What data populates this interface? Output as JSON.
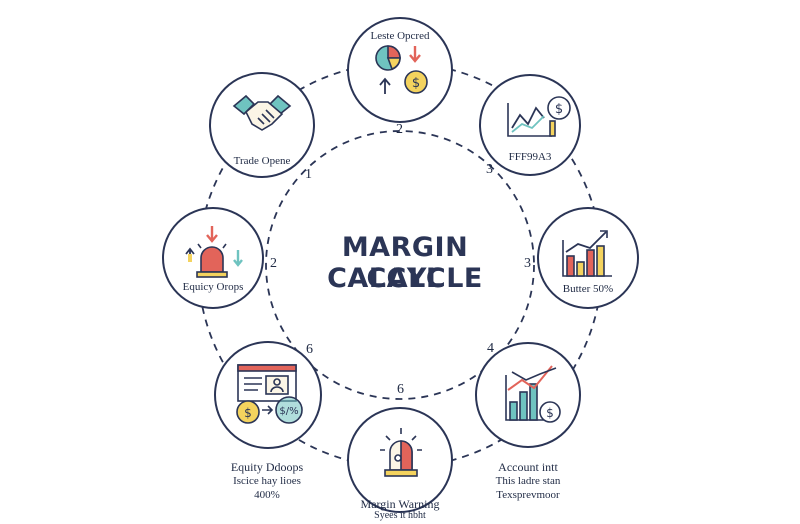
{
  "diagram": {
    "title_line1": "MARGIN CALL",
    "title_line2": "CALCYCLE",
    "colors": {
      "navy": "#2b3556",
      "red": "#e2645a",
      "teal": "#6fc3c0",
      "yellow": "#f4d35e",
      "cream": "#fbf5e6"
    },
    "nodes": [
      {
        "id": "top",
        "icon": "pie-chart-dollar-icon",
        "label": "Leste Opcred",
        "number": "2"
      },
      {
        "id": "top-right",
        "icon": "chart-dollar-icon",
        "label": "FFF99A3",
        "number": "3"
      },
      {
        "id": "right",
        "icon": "bar-chart-up-icon",
        "label": "Butter 50%",
        "number": "3"
      },
      {
        "id": "bottom-right",
        "icon": "stock-trend-dollar-icon",
        "label_lines": [
          "Account intt",
          "This ladre stan",
          "Texsprevmoor"
        ],
        "number": "4"
      },
      {
        "id": "bottom",
        "icon": "alarm-siren-icon",
        "label_lines": [
          "Margin Warning",
          "Syees it hbht"
        ],
        "number": "6"
      },
      {
        "id": "bottom-left",
        "icon": "account-document-icon",
        "label_lines": [
          "Equity Ddoops",
          "Iscice hay lioes",
          "400%"
        ],
        "number": "6",
        "badge": "$/%"
      },
      {
        "id": "left",
        "icon": "siren-arrows-icon",
        "label": "Equicy Orops",
        "number": "2"
      },
      {
        "id": "top-left",
        "icon": "handshake-icon",
        "label": "Trade Opene",
        "number": "1"
      }
    ]
  }
}
